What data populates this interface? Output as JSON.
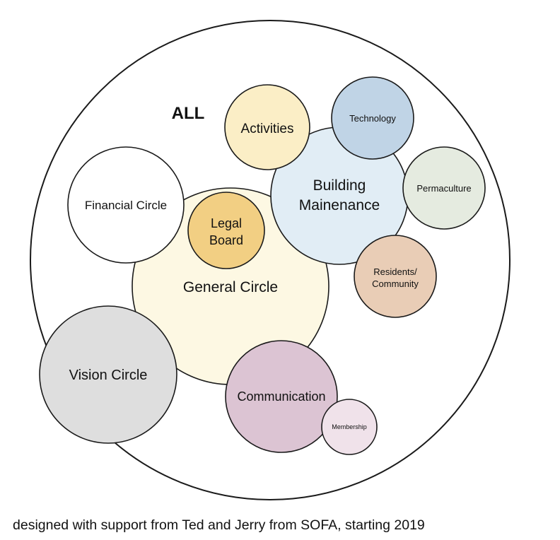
{
  "diagram": {
    "outer_label": "ALL",
    "circles": {
      "financial": {
        "label_lines": [
          "Financial Circle"
        ],
        "fill": "#ffffff"
      },
      "general": {
        "label_lines": [
          "General Circle"
        ],
        "fill": "#fdf8e3"
      },
      "legal": {
        "label_lines": [
          "Legal",
          "Board"
        ],
        "fill": "#f2cf83"
      },
      "vision": {
        "label_lines": [
          "Vision Circle"
        ],
        "fill": "#dedede"
      },
      "activities": {
        "label_lines": [
          "Activities"
        ],
        "fill": "#fbeec6"
      },
      "building": {
        "label_lines": [
          "Building",
          "Mainenance"
        ],
        "fill": "#e1edf5"
      },
      "technology": {
        "label_lines": [
          "Technology"
        ],
        "fill": "#c0d4e6"
      },
      "permaculture": {
        "label_lines": [
          "Permaculture"
        ],
        "fill": "#e5ebe0"
      },
      "residents": {
        "label_lines": [
          "Residents/",
          "Community"
        ],
        "fill": "#e9cdb6"
      },
      "communication": {
        "label_lines": [
          "Communication"
        ],
        "fill": "#dcc4d3"
      },
      "membership": {
        "label_lines": [
          "Membership"
        ],
        "fill": "#f0e2ea"
      }
    }
  },
  "footer": {
    "text": "designed with support from Ted and Jerry from SOFA, starting 2019"
  }
}
